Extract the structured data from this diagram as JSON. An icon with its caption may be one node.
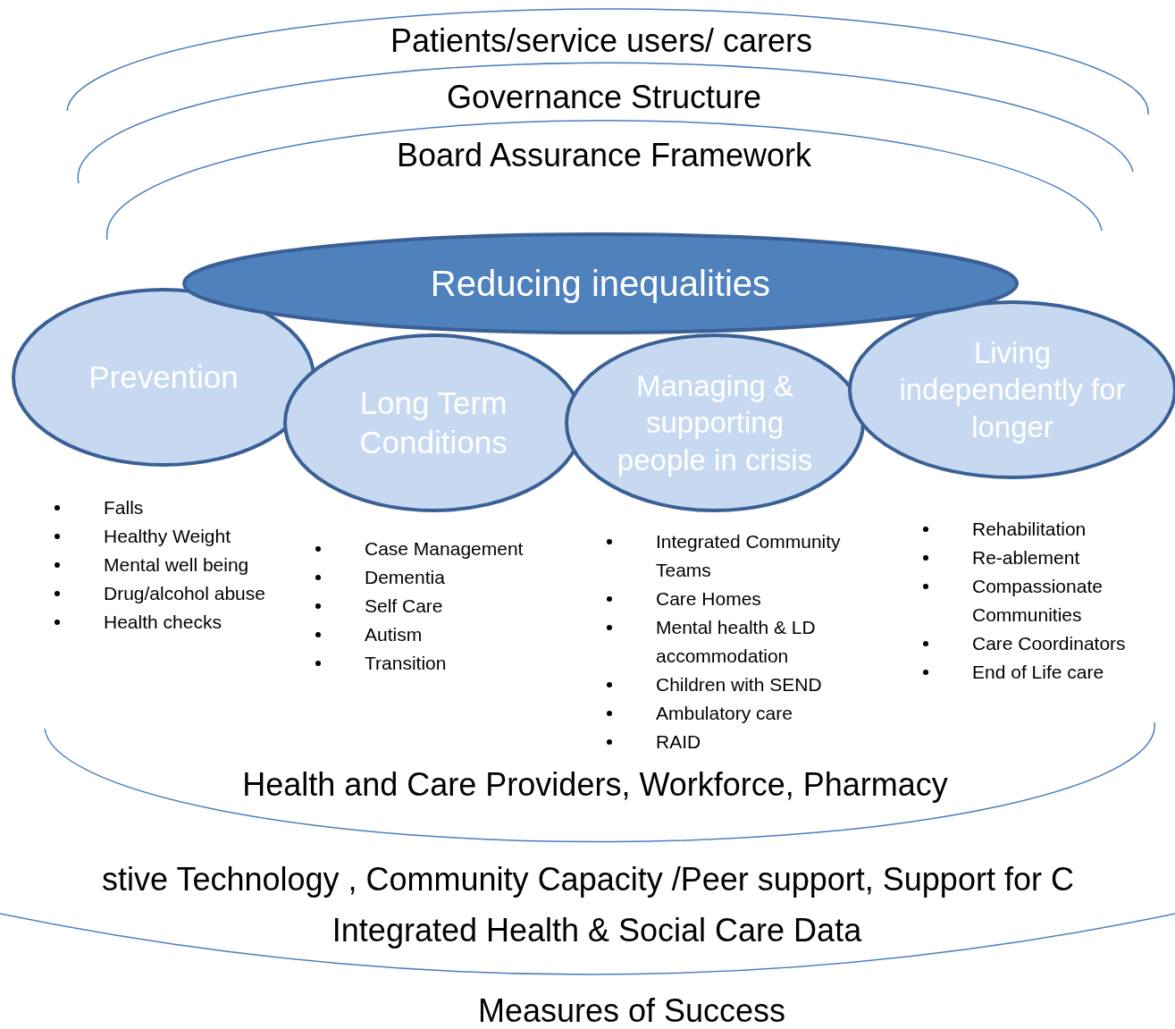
{
  "diagram": {
    "nodes": [
      {
        "text": [
          "Reducing inequalities"
        ]
      },
      {
        "text": [
          "Prevention"
        ],
        "beside": [
          "Falls",
          "Healthy Weight",
          "Mental well being",
          "Drug/alcohol abuse",
          "Health checks"
        ]
      },
      {
        "text": [
          "Long Term Conditions"
        ],
        "beside": [
          "Case Management",
          "Dementia",
          "Self Care",
          "Autism",
          "Transition"
        ]
      },
      {
        "text": [
          "Managing & supporting people in crisis"
        ],
        "beside": [
          "Integrated Community Teams",
          "Care Homes",
          "Mental health & LD accommodation",
          "Children with SEND",
          "Ambulatory care",
          "RAID"
        ]
      },
      {
        "text": [
          "Living independently for longer"
        ],
        "beside": [
          "Rehabilitation",
          "Re-ablement",
          "Compassionate Communities",
          "Care Coordinators",
          "End of Life care"
        ]
      }
    ],
    "labels": [
      "Patients/service users/ carers",
      "Governance Structure",
      "Board Assurance Framework",
      "Health and Care Providers, Workforce, Pharmacy",
      "stive Technology , Community Capacity /Peer support, Support for C",
      "Integrated Health & Social Care Data",
      "Measures of Success"
    ]
  }
}
